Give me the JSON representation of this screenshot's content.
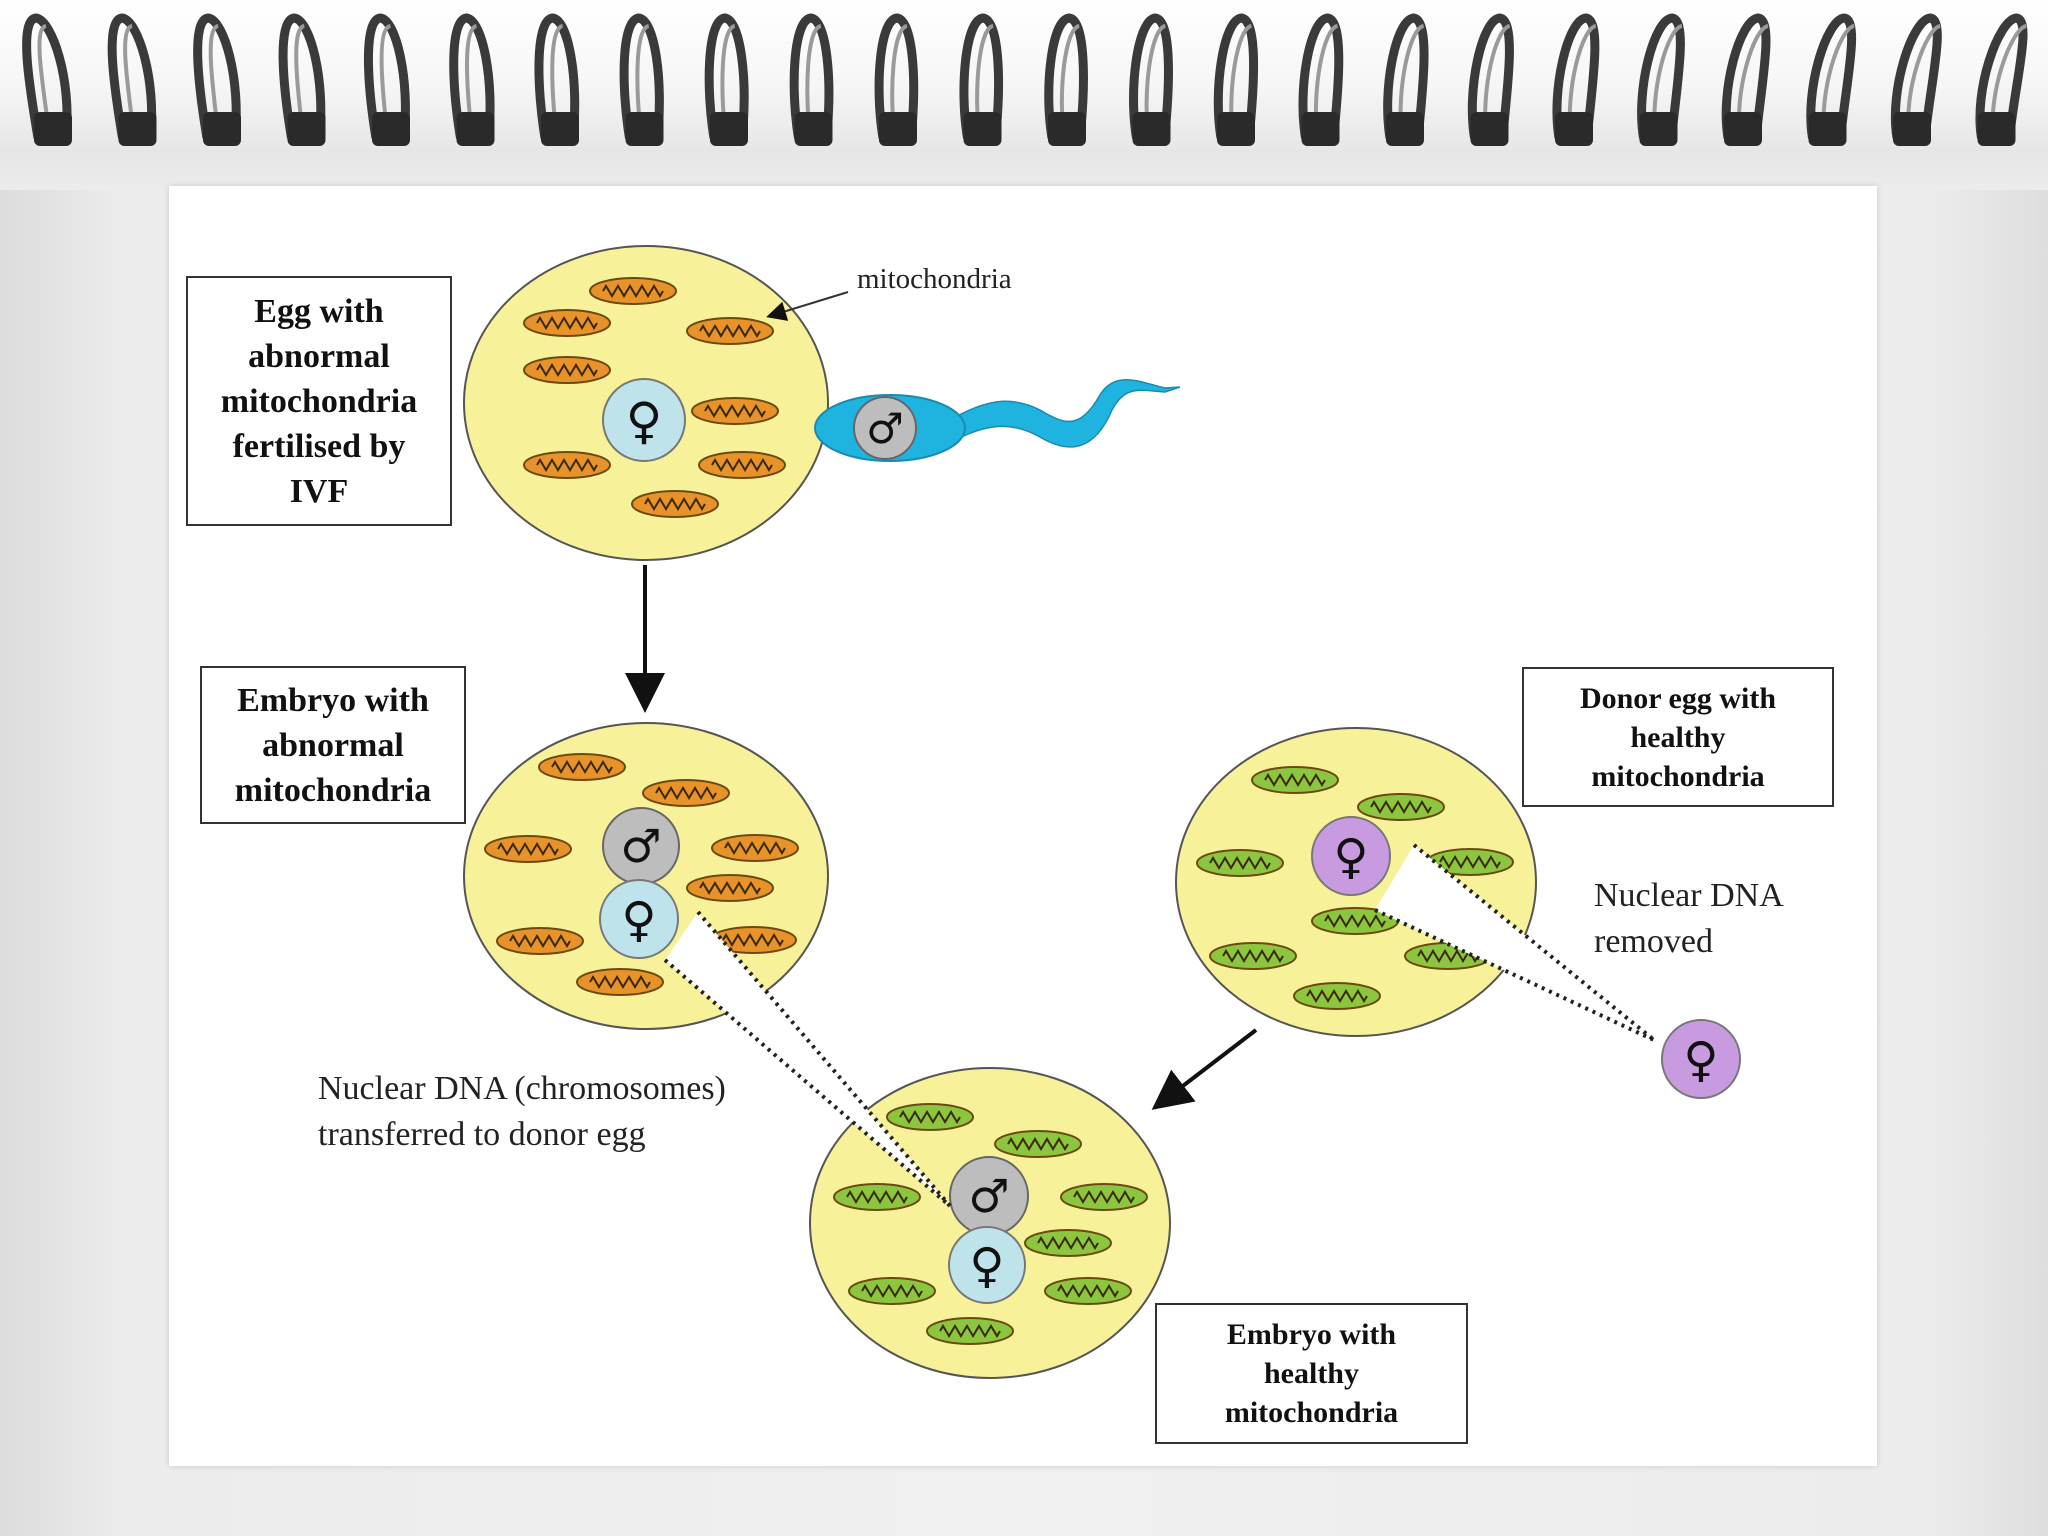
{
  "labels": {
    "mitochondria": "mitochondria",
    "egg_ivf": "Egg with\nabnormal\nmitochondria\nfertilised by\nIVF",
    "embryo_abnormal": "Embryo with\nabnormal\nmitochondria",
    "donor_egg": "Donor egg with\nhealthy\nmitochondria",
    "nuclear_removed": "Nuclear DNA\nremoved",
    "nuclear_transferred": "Nuclear DNA (chromosomes)\ntransferred to donor egg",
    "embryo_healthy": "Embryo with\nhealthy\nmitochondria"
  },
  "symbols": {
    "female": "♀",
    "male": "♂"
  },
  "colors": {
    "cell_fill": "#f7f29a",
    "abnormal_mito": "#e8922a",
    "healthy_mito": "#8cc63f",
    "female_nucleus": "#bfe3ea",
    "male_nucleus": "#bdbdbd",
    "donor_nucleus": "#c89be0",
    "sperm": "#1fb4e0"
  },
  "icons": [
    "spiral-binding-icon",
    "sperm-icon",
    "female-symbol-icon",
    "male-symbol-icon",
    "arrow-icon"
  ]
}
